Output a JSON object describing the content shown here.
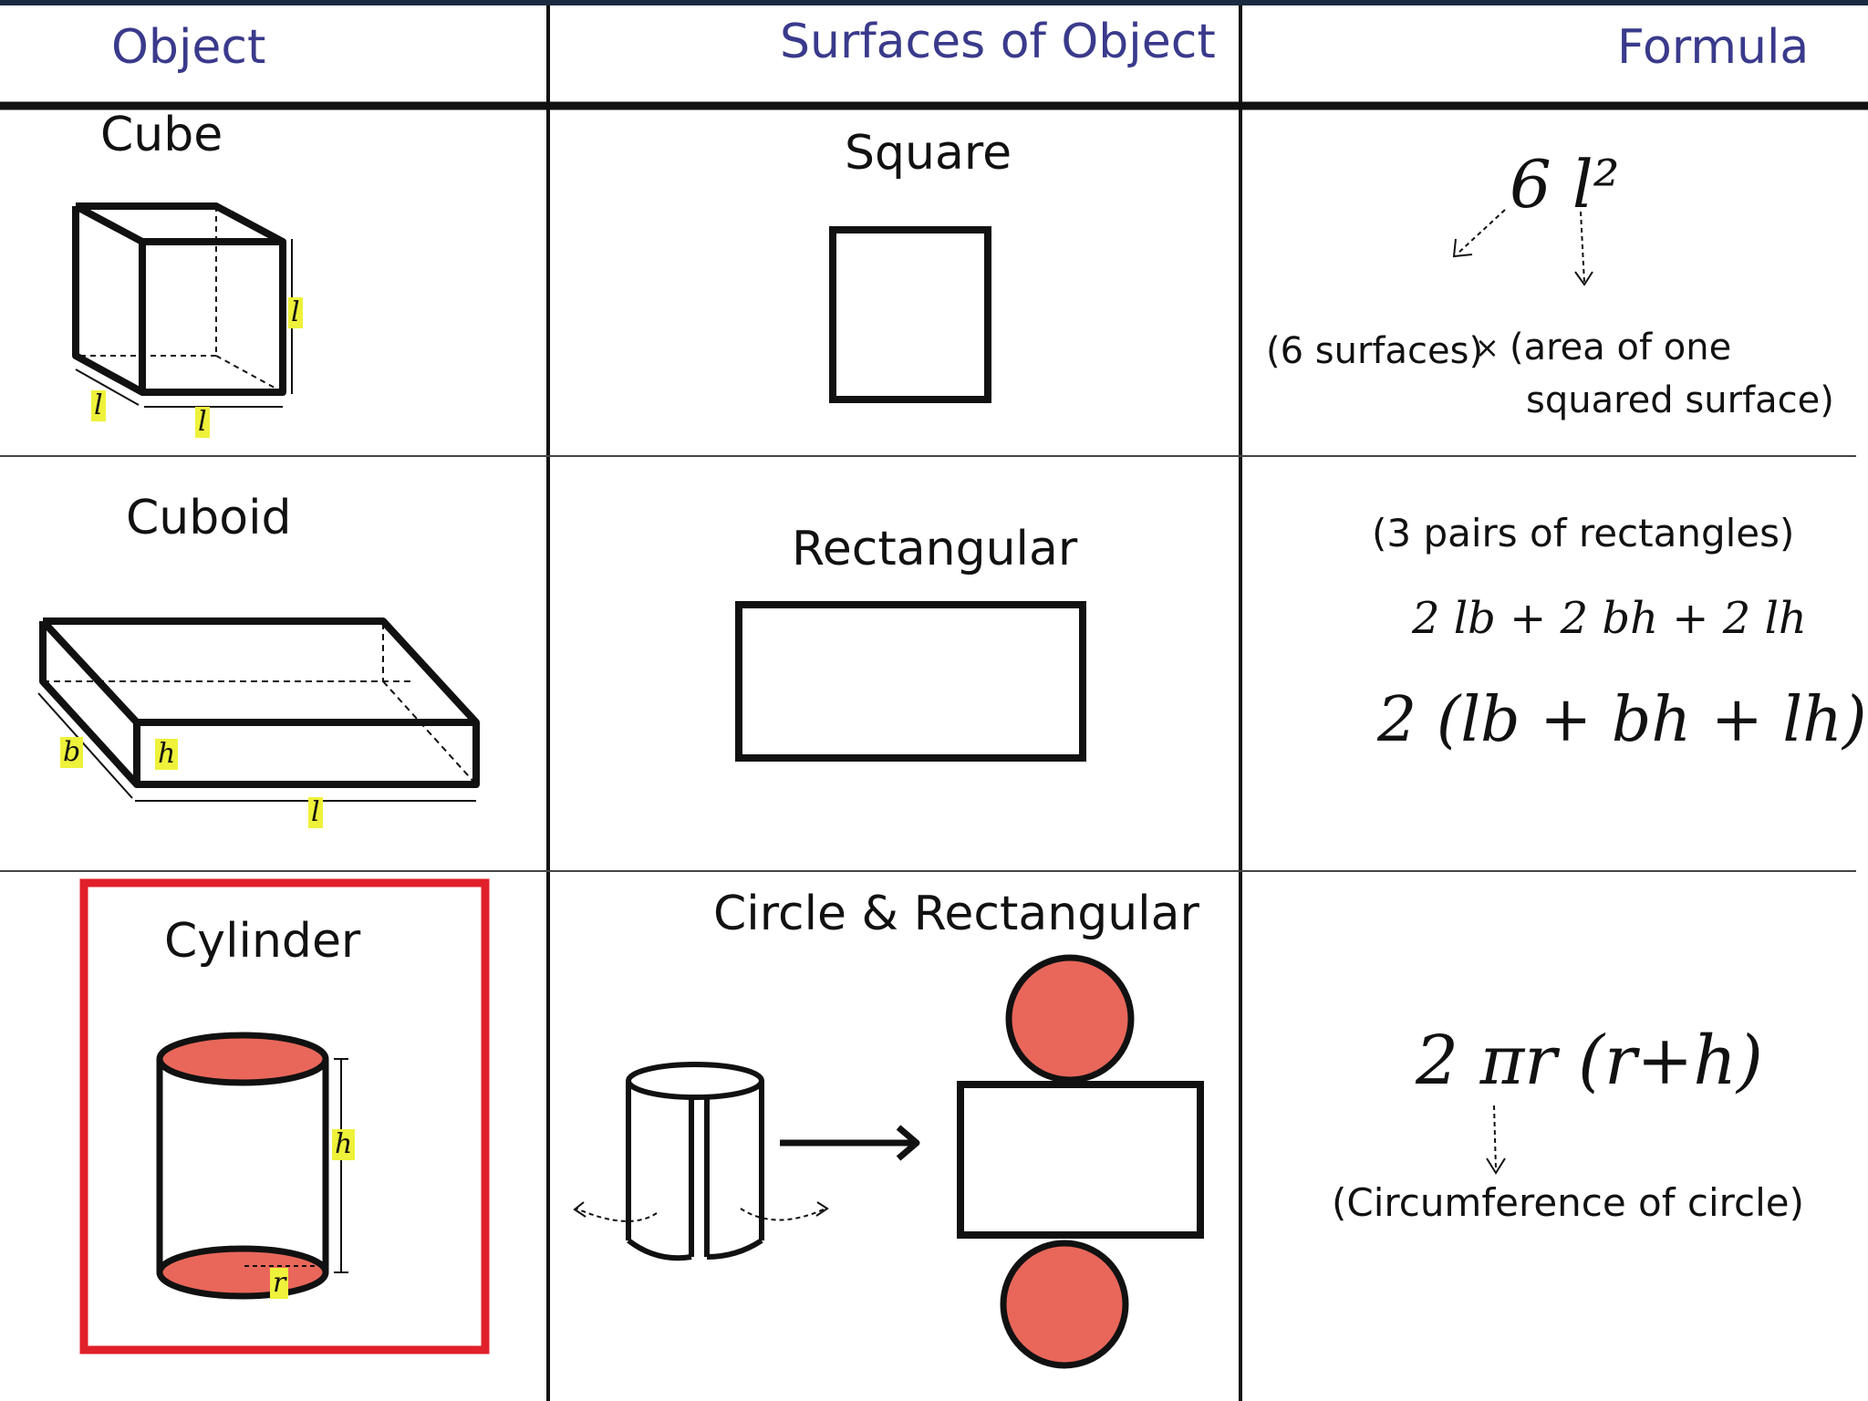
{
  "headers": {
    "object": "Object",
    "surfaces": "Surfaces of Object",
    "formula": "Formula"
  },
  "rows": [
    {
      "object": "Cube",
      "surface": "Square",
      "formula_main": "6 l²",
      "notes": [
        "(6 surfaces)",
        "×",
        "(area of one",
        "squared surface)"
      ],
      "dims": [
        "l",
        "l",
        "l"
      ]
    },
    {
      "object": "Cuboid",
      "surface": "Rectangular",
      "note": "(3 pairs of rectangles)",
      "formula_expanded": "2 lb + 2 bh + 2 lh",
      "formula_main": "2 (lb + bh + lh)",
      "dims": [
        "b",
        "h",
        "l"
      ]
    },
    {
      "object": "Cylinder",
      "surface": "Circle & Rectangular",
      "formula_main": "2 πr (r+h)",
      "note": "(Circumference of circle)",
      "dims": [
        "h",
        "r"
      ]
    }
  ],
  "colors": {
    "header_text": "#3a3a8c",
    "fill": "#e8675a",
    "highlight_box": "#e0202a",
    "dim_tag": "#eef23a"
  }
}
